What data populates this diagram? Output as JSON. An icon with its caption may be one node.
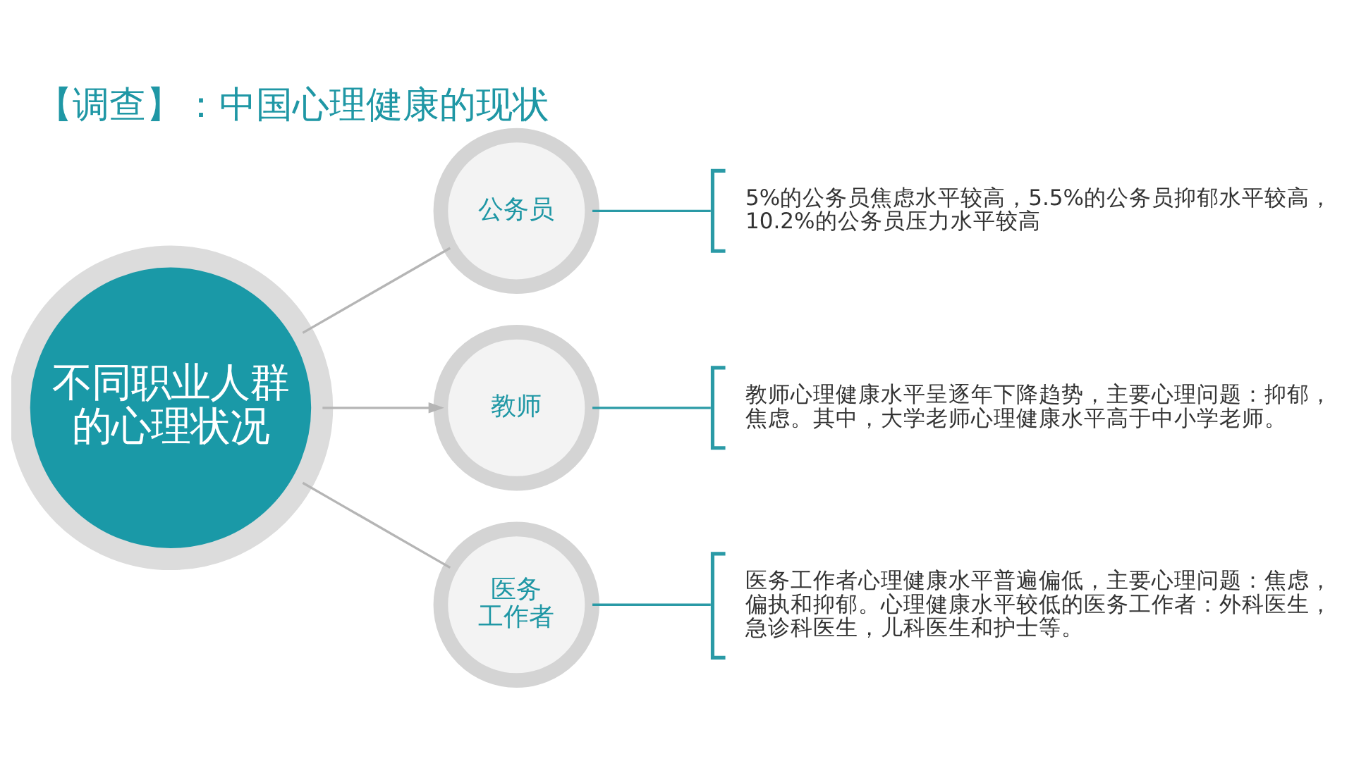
{
  "diagram": {
    "title": "【调查】：中国心理健康的现状",
    "nodes": [
      {
        "text": [
          "不同职业人群的心理状况"
        ]
      },
      {
        "text": [
          "公务员"
        ]
      },
      {
        "text": [
          "教师"
        ]
      },
      {
        "text": [
          "医务工作者"
        ]
      },
      {
        "text": [
          "5%的公务员焦虑水平较高，5.5%的公务员抑郁水平较高，10.2%的公务员压力水平较高"
        ]
      },
      {
        "text": [
          "教师心理健康水平呈逐年下降趋势，主要心理问题：抑郁，焦虑。其中，大学老师心理健康水平高于中小学老师。"
        ]
      },
      {
        "text": [
          "医务工作者心理健康水平普遍偏低，主要心理问题：焦虑，偏执和抑郁。心理健康水平较低的医务工作者：外科医生，急诊科医生，儿科医生和护士等。"
        ]
      }
    ],
    "edges": [
      {
        "from": 0,
        "to": 1,
        "arrow": "none",
        "color": "#b5b5b5"
      },
      {
        "from": 0,
        "to": 2,
        "arrow": "to",
        "color": "#b5b5b5"
      },
      {
        "from": 0,
        "to": 3,
        "arrow": "none",
        "color": "#b5b5b5"
      },
      {
        "from": 1,
        "to": 4,
        "arrow": "none",
        "color": "#2a9aa6"
      },
      {
        "from": 2,
        "to": 5,
        "arrow": "none",
        "color": "#2a9aa6"
      },
      {
        "from": 3,
        "to": 6,
        "arrow": "none",
        "color": "#2a9aa6"
      }
    ]
  }
}
